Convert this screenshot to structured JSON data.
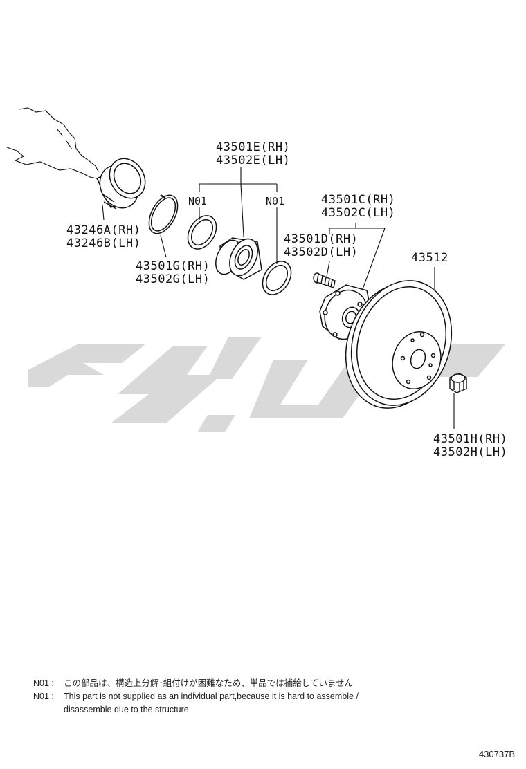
{
  "part_labels": {
    "bearing_rh": "43501E(RH)",
    "bearing_lh": "43502E(LH)",
    "n01_left": "N01",
    "n01_right": "N01",
    "hub_rh": "43501C(RH)",
    "hub_lh": "43502C(LH)",
    "bolt_rh": "43501D(RH)",
    "bolt_lh": "43502D(LH)",
    "disc": "43512",
    "dust_cover_rh": "43246A(RH)",
    "dust_cover_lh": "43246B(LH)",
    "snap_ring_rh": "43501G(RH)",
    "snap_ring_lh": "43502G(LH)",
    "nut_rh": "43501H(RH)",
    "nut_lh": "43502H(LH)"
  },
  "notes": [
    {
      "key": "N01 :",
      "text": "この部品は、構造上分解･組付けが困難なため、単品では補給していません"
    },
    {
      "key": "N01 :",
      "text": "This part is not supplied as an individual part,because it is hard to assemble /"
    },
    {
      "key": "",
      "text": "disassemble due to the structure"
    }
  ],
  "diagram_id": "430737B",
  "colors": {
    "line": "#111111",
    "watermark": "#d9d9d9"
  }
}
